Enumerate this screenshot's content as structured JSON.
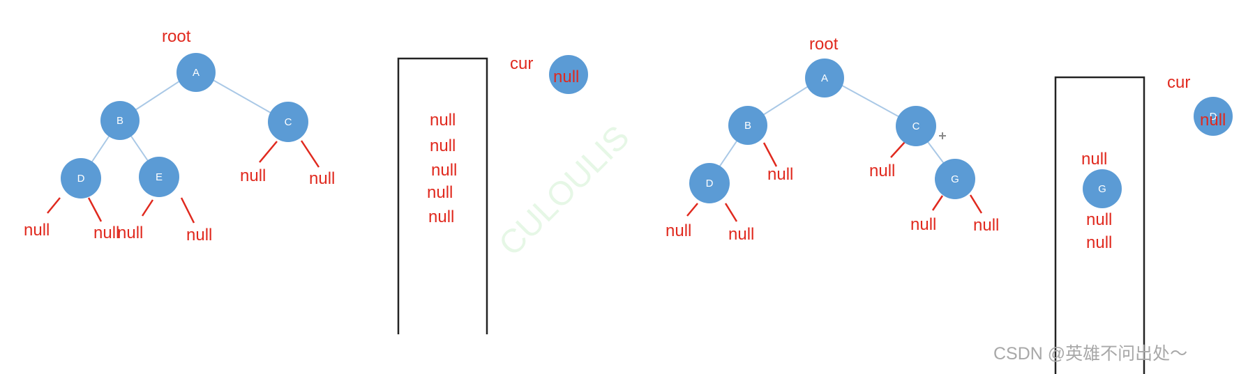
{
  "colors": {
    "node": "#5b9bd5",
    "edge": "#a9c8e6",
    "null_line": "#e0291e",
    "null_text": "#e0291e",
    "stack_border": "#222222",
    "watermark": "#a8a8a8"
  },
  "left": {
    "root_label": "root",
    "cur_label": "cur",
    "nodes": [
      {
        "id": "A",
        "label": "A"
      },
      {
        "id": "B",
        "label": "B"
      },
      {
        "id": "C",
        "label": "C"
      },
      {
        "id": "D",
        "label": "D"
      },
      {
        "id": "E",
        "label": "E"
      }
    ],
    "null_labels": [
      "null",
      "null",
      "null",
      "null",
      "null",
      "null"
    ],
    "stack_items": [
      "null",
      "null",
      "null",
      "null",
      "null"
    ],
    "cur_value": "null"
  },
  "right": {
    "root_label": "root",
    "cur_label": "cur",
    "nodes": [
      {
        "id": "A",
        "label": "A"
      },
      {
        "id": "B",
        "label": "B"
      },
      {
        "id": "C",
        "label": "C"
      },
      {
        "id": "D",
        "label": "D"
      },
      {
        "id": "G",
        "label": "G"
      }
    ],
    "null_labels": [
      "null",
      "null",
      "null",
      "null",
      "null",
      "null"
    ],
    "stack_items": [
      "null",
      "G",
      "null",
      "null"
    ],
    "cur_node_label": "D",
    "cur_value": "null"
  },
  "watermark": "CSDN @英雄不问出处～",
  "faint_watermark": "CULOULIS"
}
